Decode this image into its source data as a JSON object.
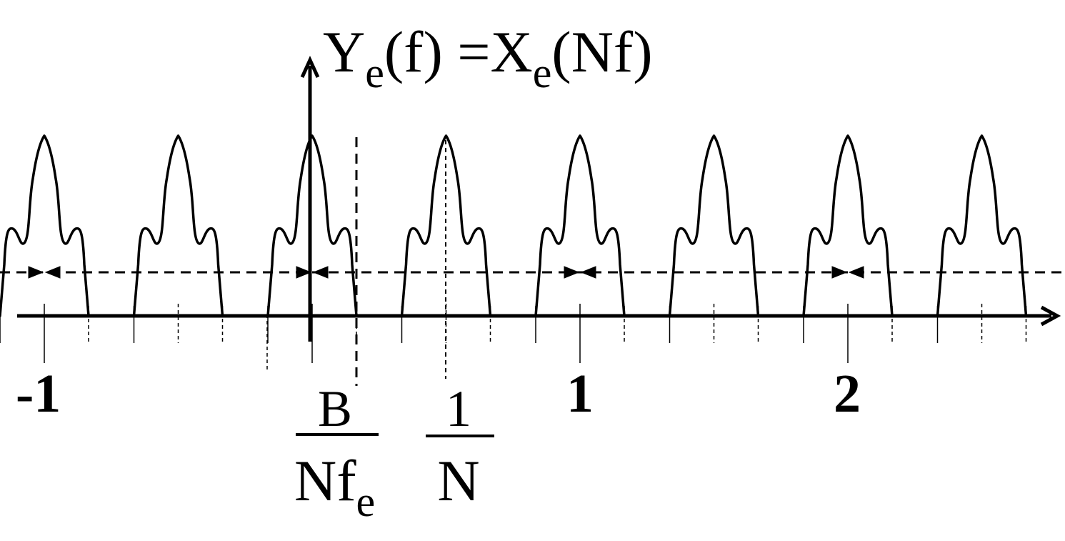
{
  "title": {
    "y_main": "Y",
    "y_sub": "e",
    "middle": "(f) =X",
    "x_sub": "e",
    "tail": "(Nf)"
  },
  "tick_labels": {
    "minus_one": "-1",
    "one": "1",
    "two": "2"
  },
  "fraction_b": {
    "numerator": "B",
    "denominator_main": "Nf",
    "denominator_sub": "e"
  },
  "fraction_one_over_n": {
    "numerator": "1",
    "denominator": "N"
  },
  "spectrum": {
    "period_units": 0.5,
    "replica_count": 8
  },
  "colors": {
    "ink": "#000000",
    "background": "#ffffff"
  }
}
